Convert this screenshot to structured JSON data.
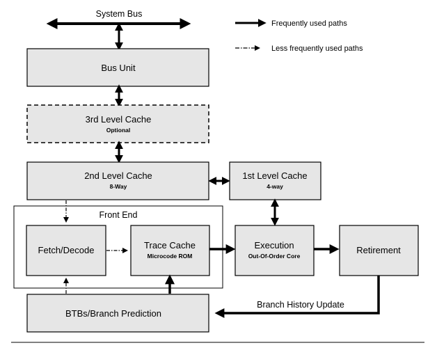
{
  "labels": {
    "system_bus": "System Bus",
    "bus_unit": "Bus Unit",
    "l3_title": "3rd Level  Cache",
    "l3_sub": "Optional",
    "l2_title": "2nd Level Cache",
    "l2_sub": "8-Way",
    "l1_title": "1st Level Cache",
    "l1_sub": "4-way",
    "front_end": "Front End",
    "fetch_decode": "Fetch/Decode",
    "trace_title": "Trace Cache",
    "trace_sub": "Microcode ROM",
    "exec_title": "Execution",
    "exec_sub": "Out-Of-Order Core",
    "retirement": "Retirement",
    "btb": "BTBs/Branch Prediction",
    "branch_history": "Branch History Update"
  },
  "legend": {
    "frequent": "Frequently used paths",
    "less_frequent": "Less frequently used paths"
  },
  "colors": {
    "box_fill": "#e6e6e6",
    "stroke": "#000000"
  }
}
